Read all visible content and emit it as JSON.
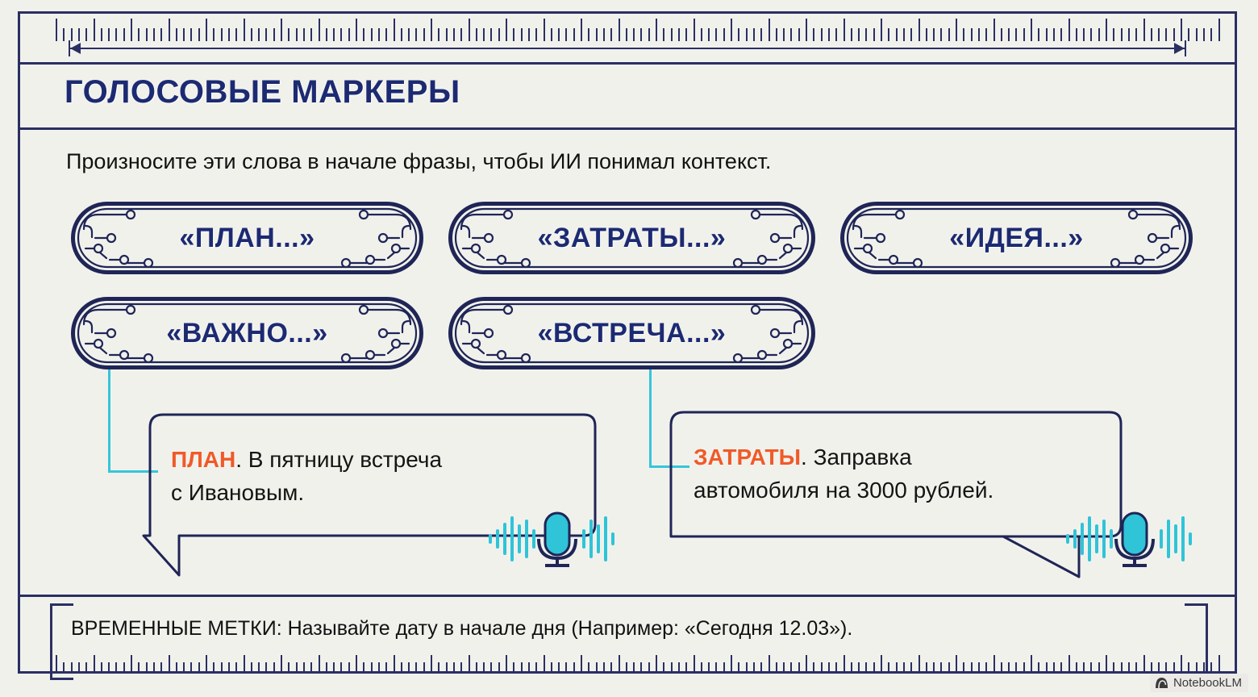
{
  "header": {
    "title": "ГОЛОСОВЫЕ МАРКЕРЫ",
    "subtitle": "Произносите эти слова в начале фразы, чтобы ИИ понимал контекст."
  },
  "badges": [
    {
      "label": "«ПЛАН...»",
      "name": "badge-plan"
    },
    {
      "label": "«ЗАТРАТЫ...»",
      "name": "badge-zatraty"
    },
    {
      "label": "«ИДЕЯ...»",
      "name": "badge-ideya"
    },
    {
      "label": "«ВАЖНО...»",
      "name": "badge-vazhno"
    },
    {
      "label": "«ВСТРЕЧА...»",
      "name": "badge-vstrecha"
    }
  ],
  "bubbles": [
    {
      "keyword": "ПЛАН",
      "line1_rest": ". В пятницу встреча",
      "line2": "с Ивановым."
    },
    {
      "keyword": "ЗАТРАТЫ",
      "line1_rest": ". Заправка",
      "line2": "автомобиля на 3000 рублей."
    }
  ],
  "footer": {
    "text": "ВРЕМЕННЫЕ МЕТКИ: Называйте дату в начале дня (Например: «Сегодня 12.03»)."
  },
  "watermark": {
    "label": "NotebookLM",
    "icon": "notebooklm-spiral-icon"
  },
  "colors": {
    "background": "#f1f1ec",
    "navy": "#2a2f63",
    "title_navy": "#1c2a72",
    "accent_orange": "#f05a28",
    "cyan": "#36c5da",
    "mic_teal": "#2fc4d8"
  },
  "icons": {
    "microphone": "microphone-icon",
    "waveform": "waveform-icon",
    "ruler": "ruler-scale-icon",
    "measure_arrow": "measure-arrow-icon"
  }
}
